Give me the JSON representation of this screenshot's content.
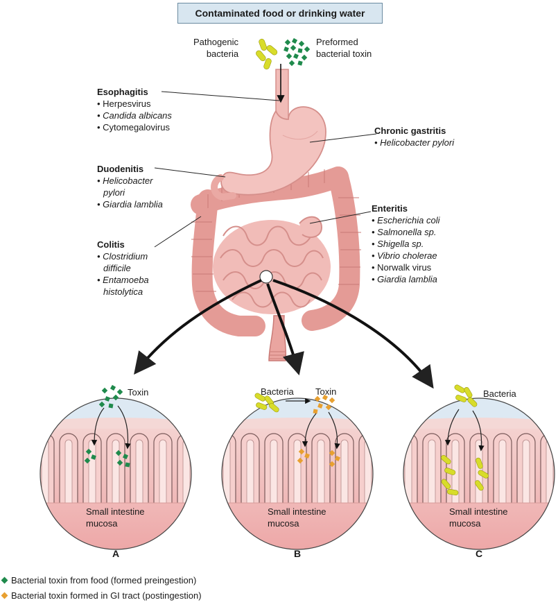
{
  "title": "Contaminated food or drinking water",
  "top_labels": {
    "pathogenic": [
      "Pathogenic",
      "bacteria"
    ],
    "preformed": [
      "Preformed",
      "bacterial toxin"
    ]
  },
  "conditions": {
    "esophagitis": {
      "name": "Esophagitis",
      "items": [
        "• Herpesvirus",
        "• Candida albicans",
        "• Cytomegalovirus"
      ]
    },
    "chronic_gastritis": {
      "name": "Chronic gastritis",
      "items": [
        "• Helicobacter pylori"
      ]
    },
    "duodenitis": {
      "name": "Duodenitis",
      "items": [
        "• Helicobacter",
        "pylori",
        "• Giardia lamblia"
      ]
    },
    "enteritis": {
      "name": "Enteritis",
      "items": [
        "• Escherichia coli",
        "• Salmonella sp.",
        "• Shigella sp.",
        "• Vibrio cholerae",
        "• Norwalk virus",
        "• Giardia lamblia"
      ]
    },
    "colitis": {
      "name": "Colitis",
      "items": [
        "• Clostridium",
        "difficile",
        "• Entamoeba",
        "histolytica"
      ]
    }
  },
  "panels": [
    {
      "letter": "A",
      "labels": [
        "Toxin"
      ],
      "caption": [
        "Small intestine",
        "mucosa"
      ]
    },
    {
      "letter": "B",
      "labels": [
        "Bacteria",
        "Toxin"
      ],
      "caption": [
        "Small intestine",
        "mucosa"
      ]
    },
    {
      "letter": "C",
      "labels": [
        "Bacteria"
      ],
      "caption": [
        "Small intestine",
        "mucosa"
      ]
    }
  ],
  "legend": [
    {
      "text": "Bacterial toxin from food (formed preingestion)",
      "color": "#1f8a4c"
    },
    {
      "text": "Bacterial toxin formed in GI tract (postingestion)",
      "color": "#e8a030"
    }
  ],
  "colors": {
    "bacteria": "#d8dc2a",
    "toxin_food": "#1f8a4c",
    "toxin_gi": "#e8a030",
    "gut": "#f0b5b0",
    "mucosa": "#f2c6c6",
    "lumen": "#dde9f3",
    "title_box": "#d8e6f0"
  }
}
